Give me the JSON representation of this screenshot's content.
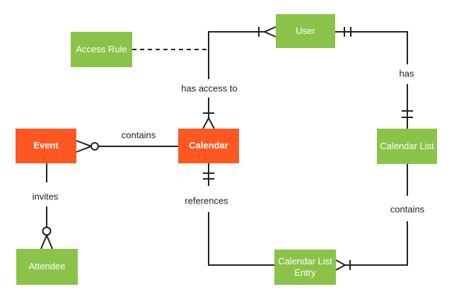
{
  "diagram": {
    "type": "entity-relationship",
    "background": "#ffffff",
    "colors": {
      "entity_green": "#8BC34A",
      "entity_orange": "#FF5722",
      "entity_text": "#ffffff",
      "line": "#212121",
      "label_text": "#212121"
    },
    "entities": [
      {
        "id": "event",
        "label": "Event",
        "color": "orange"
      },
      {
        "id": "calendar",
        "label": "Calendar",
        "color": "orange"
      },
      {
        "id": "user",
        "label": "User",
        "color": "green"
      },
      {
        "id": "access-rule",
        "label": "Access Rule",
        "color": "green"
      },
      {
        "id": "calendar-list",
        "label": "Calendar List",
        "color": "green"
      },
      {
        "id": "calendar-list-entry",
        "label": "Calendar List Entry",
        "color": "green"
      },
      {
        "id": "attendee",
        "label": "Attendee",
        "color": "green"
      }
    ],
    "relationships": [
      {
        "label": "contains",
        "from": "calendar",
        "to": "event",
        "marker_at_from": "none",
        "marker_at_to": "zero-or-many (circle + crow's foot)",
        "style": "solid"
      },
      {
        "label": "invites",
        "from": "event",
        "to": "attendee",
        "marker_at_from": "none",
        "marker_at_to": "zero-or-many (circle + crow's foot)",
        "style": "solid"
      },
      {
        "label": "has access to",
        "from": "user",
        "to": "calendar",
        "marker_at_from": "one-or-many (tick + crow's foot)",
        "marker_at_to": "one-or-many (tick + crow's foot)",
        "style": "solid"
      },
      {
        "label": "has",
        "from": "user",
        "to": "calendar-list",
        "marker_at_from": "one-and-only-one (double tick)",
        "marker_at_to": "one-and-only-one (double tick)",
        "style": "solid"
      },
      {
        "label": "contains",
        "from": "calendar-list",
        "to": "calendar-list-entry",
        "marker_at_from": "none",
        "marker_at_to": "one-or-many (tick + crow's foot)",
        "style": "solid"
      },
      {
        "label": "references",
        "from": "calendar-list-entry",
        "to": "calendar",
        "marker_at_from": "none",
        "marker_at_to": "one-and-only-one (double tick)",
        "style": "solid"
      },
      {
        "label": "",
        "from": "access-rule",
        "to": "has-access-to-connector",
        "marker_at_from": "none",
        "marker_at_to": "none",
        "style": "dashed"
      }
    ]
  }
}
